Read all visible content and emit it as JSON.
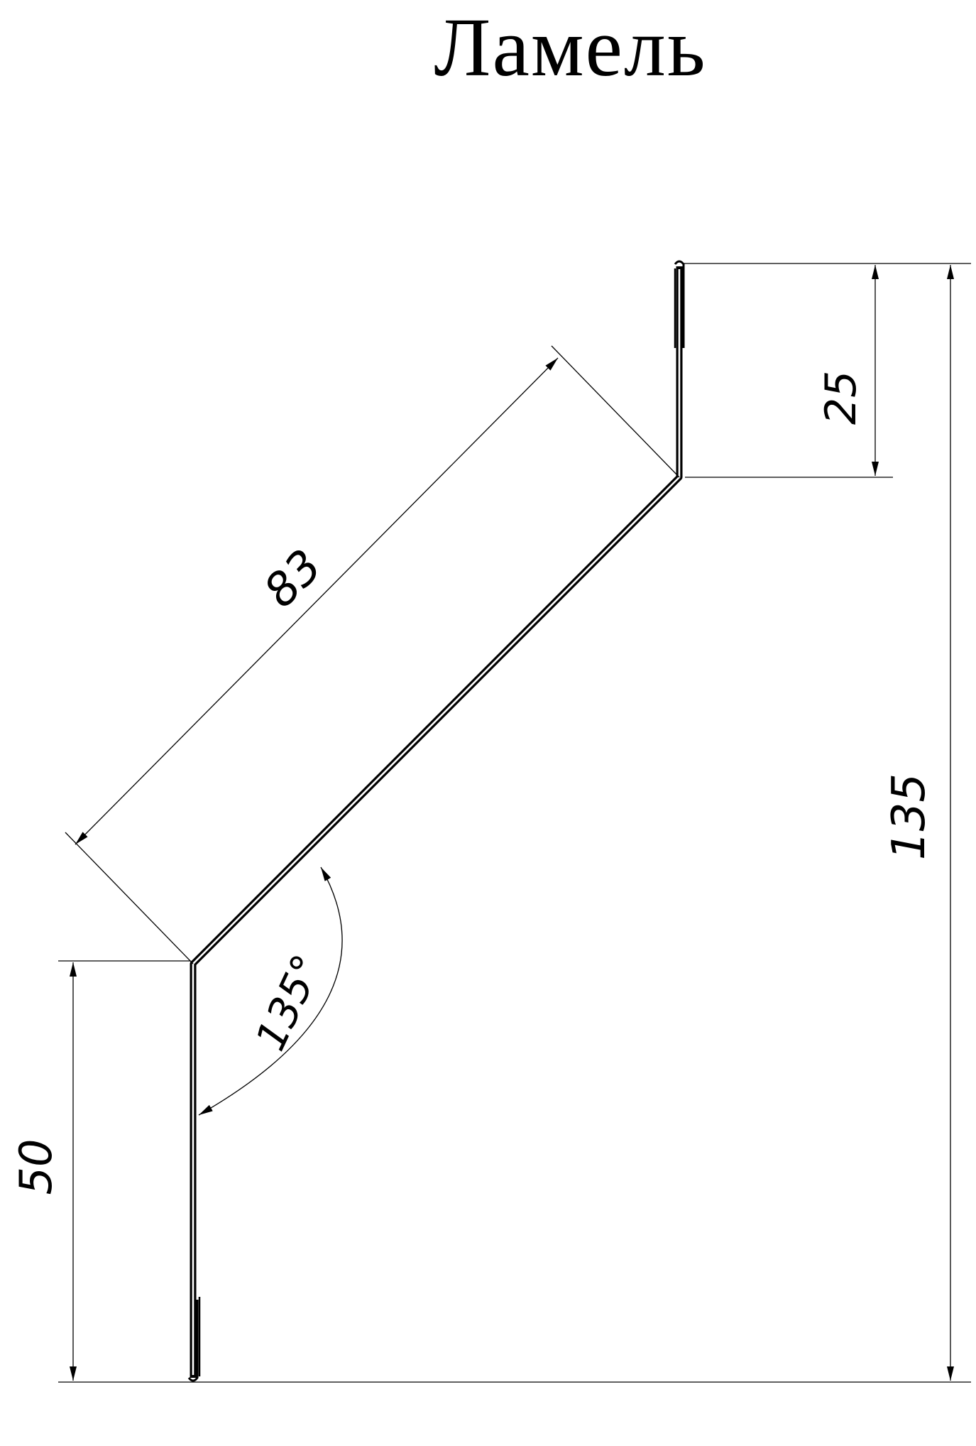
{
  "title": "Ламель",
  "dimensions": {
    "top_flange_height": "25",
    "sloped_segment_length": "83",
    "total_height": "135",
    "bottom_flange_height": "50",
    "bend_angle": "135°"
  },
  "colors": {
    "line": "#000000",
    "background": "#ffffff"
  }
}
